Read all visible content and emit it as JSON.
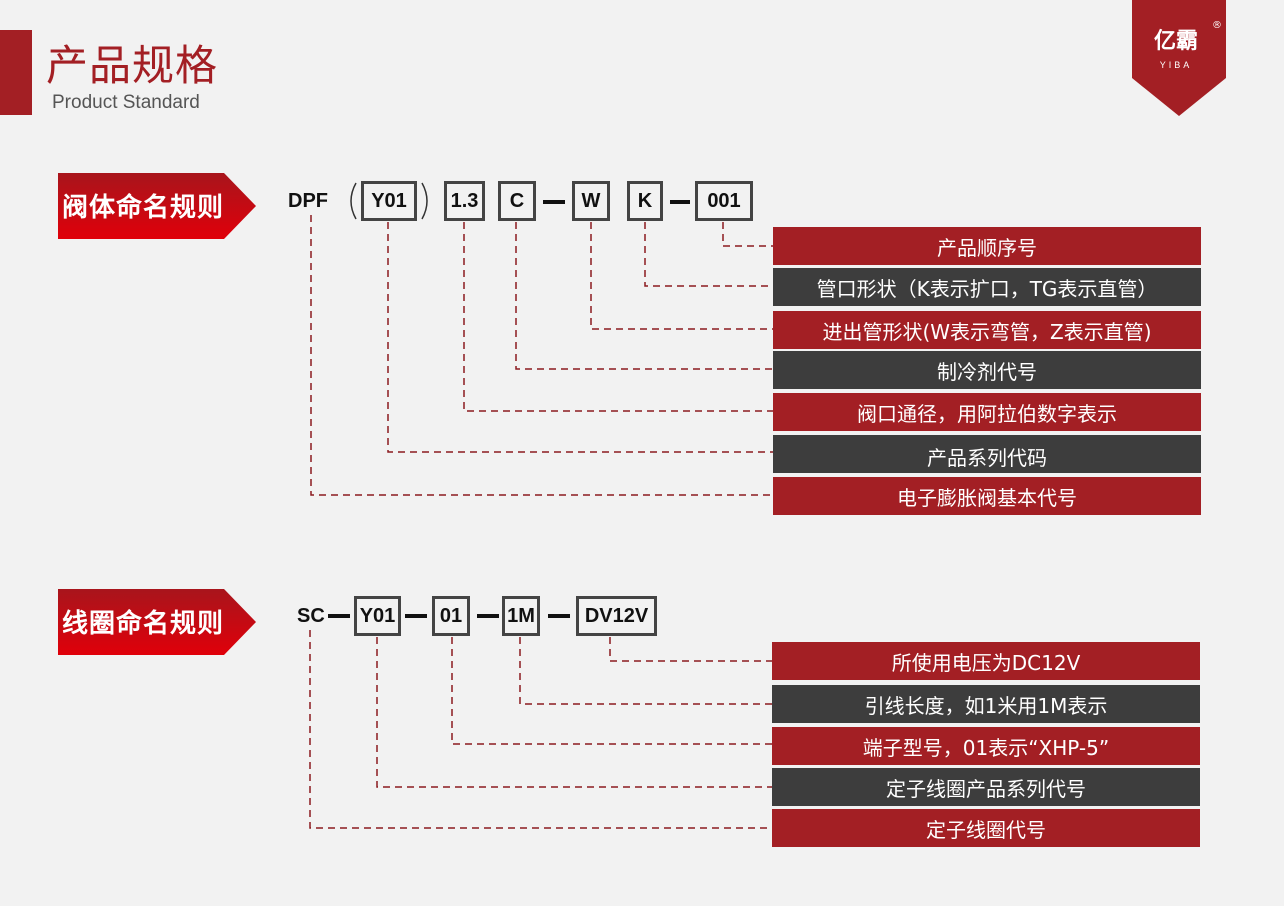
{
  "header": {
    "title": "产品规格",
    "subtitle": "Product Standard"
  },
  "logo": {
    "text": "亿霸",
    "sub": "YIBA",
    "reg": "®"
  },
  "valve": {
    "banner": "阀体命名规则",
    "prefix": "DPF",
    "paren_open": "(",
    "paren_close": ")",
    "codes": [
      "Y01",
      "1.3",
      "C",
      "W",
      "K",
      "001"
    ],
    "rows": [
      {
        "text": "产品顺序号",
        "color": "red"
      },
      {
        "text": "管口形状（K表示扩口，TG表示直管）",
        "color": "dark"
      },
      {
        "text": "进出管形状(W表示弯管，Z表示直管)",
        "color": "red"
      },
      {
        "text": "制冷剂代号",
        "color": "dark"
      },
      {
        "text": "阀口通径，用阿拉伯数字表示",
        "color": "red"
      },
      {
        "text": "产品系列代码",
        "color": "dark"
      },
      {
        "text": "电子膨胀阀基本代号",
        "color": "red"
      }
    ]
  },
  "coil": {
    "banner": "线圈命名规则",
    "prefix": "SC",
    "codes": [
      "Y01",
      "01",
      "1M",
      "DV12V"
    ],
    "rows": [
      {
        "text": "所使用电压为DC12V",
        "color": "red"
      },
      {
        "text": "引线长度，如1米用1M表示",
        "color": "dark"
      },
      {
        "text": "端子型号，01表示“XHP-5”",
        "color": "red"
      },
      {
        "text": "定子线圈产品系列代号",
        "color": "dark"
      },
      {
        "text": "定子线圈代号",
        "color": "red"
      }
    ]
  },
  "colors": {
    "red": "#a31f24",
    "dark": "#3d3d3d",
    "bg": "#f2f2f2"
  }
}
